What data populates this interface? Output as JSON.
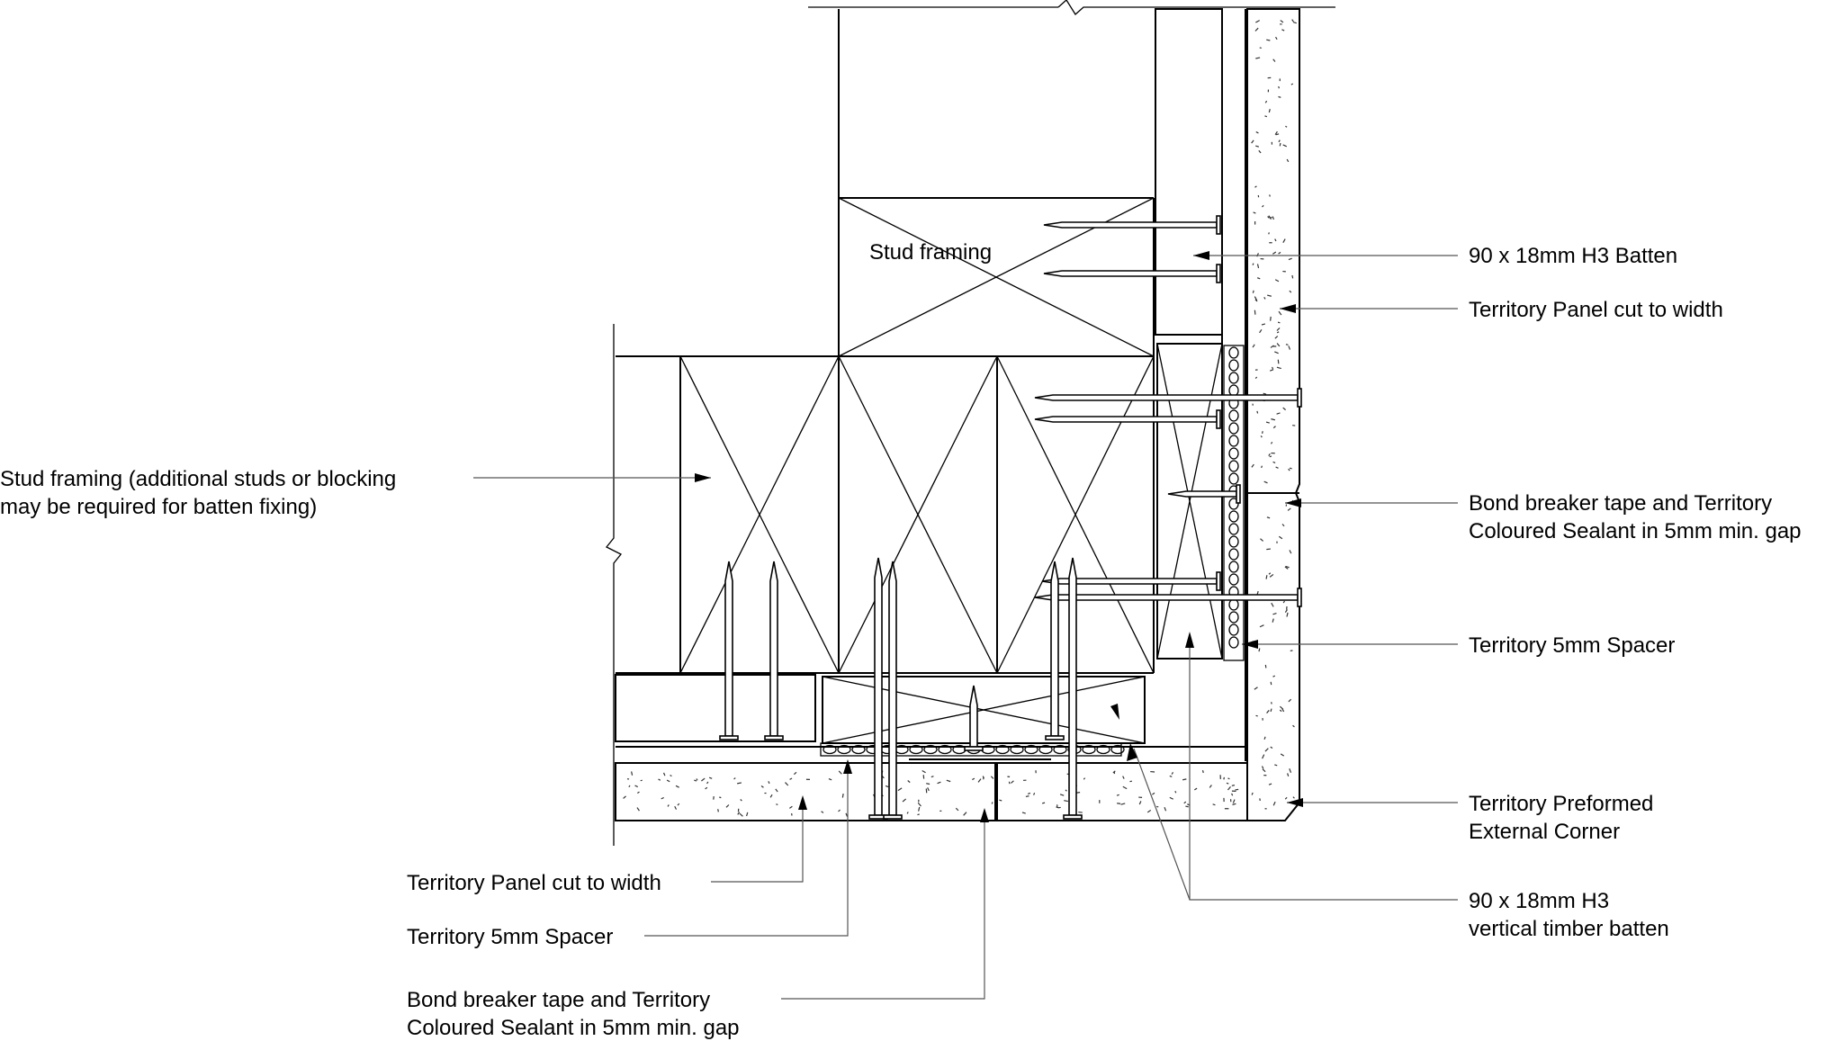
{
  "labels": {
    "stud_framing_top": "Stud framing",
    "stud_framing_left_line1": "Stud framing (additional studs or  blocking",
    "stud_framing_left_line2": "may be required for batten fixing)",
    "right_batten": "90 x 18mm H3 Batten",
    "right_panel": "Territory Panel cut to width",
    "right_bond_line1": "Bond breaker tape and Territory",
    "right_bond_line2": "Coloured Sealant in 5mm min. gap",
    "right_spacer": "Territory 5mm Spacer",
    "right_corner_line1": "Territory Preformed",
    "right_corner_line2": "External Corner",
    "right_vertical_batten_line1": "90 x 18mm H3",
    "right_vertical_batten_line2": "vertical timber batten",
    "bottom_panel": "Territory Panel cut to width",
    "bottom_spacer": "Territory 5mm Spacer",
    "bottom_bond_line1": "Bond breaker tape and Territory",
    "bottom_bond_line2": "Coloured Sealant in 5mm min. gap"
  }
}
